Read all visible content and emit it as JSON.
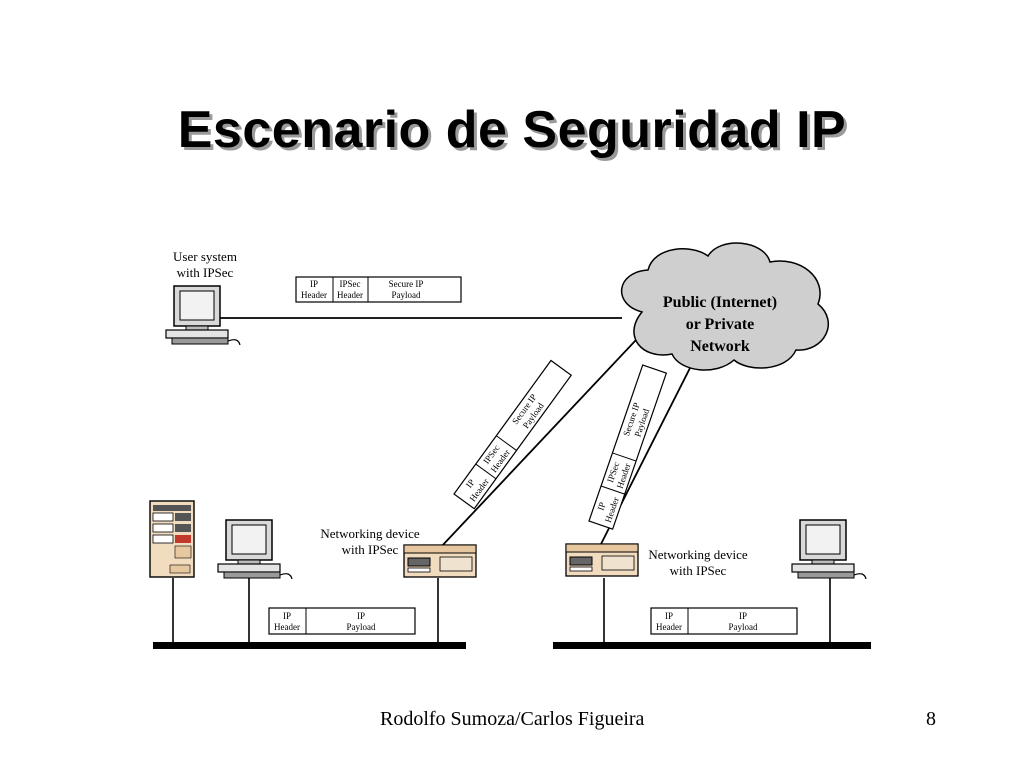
{
  "title": "Escenario de Seguridad IP",
  "labels": {
    "user_system": [
      "User system",
      "with IPSec"
    ],
    "cloud": [
      "Public (Internet)",
      "or Private",
      "Network"
    ],
    "net_device_left": [
      "Networking device",
      "with IPSec"
    ],
    "net_device_right": [
      "Networking device",
      "with IPSec"
    ]
  },
  "packets": {
    "secure": [
      {
        "lines": [
          "IP",
          "Header"
        ]
      },
      {
        "lines": [
          "IPSec",
          "Header"
        ]
      },
      {
        "lines": [
          "Secure IP",
          "Payload"
        ]
      }
    ],
    "plain": [
      {
        "lines": [
          "IP",
          "Header"
        ]
      },
      {
        "lines": [
          "IP",
          "Payload"
        ]
      }
    ]
  },
  "footer": {
    "author": "Rodolfo Sumoza/Carlos Figueira",
    "page": "8"
  }
}
